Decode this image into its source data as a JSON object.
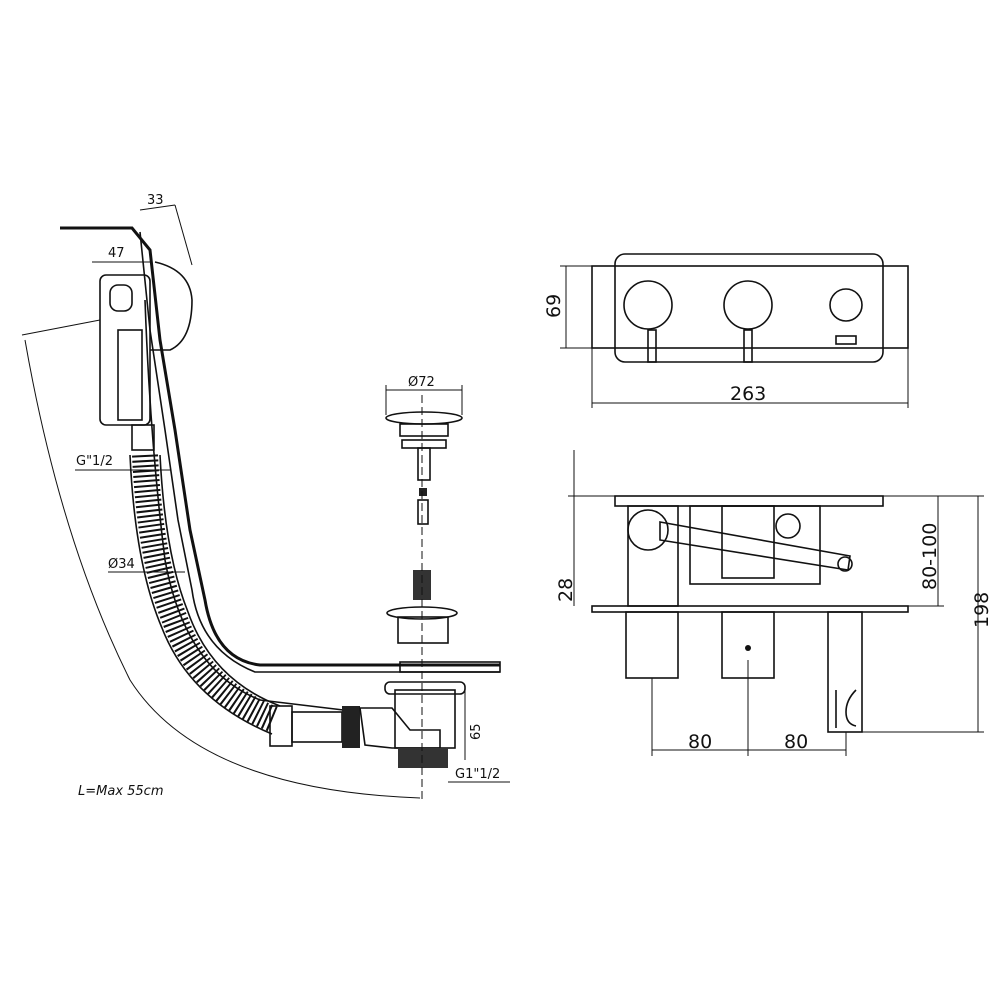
{
  "labels": {
    "dim_33": "33",
    "dim_47": "47",
    "dim_g12": "G\"1/2",
    "dim_d34": "Ø34",
    "dim_len": "L=Max 55cm",
    "dim_d72": "Ø72",
    "dim_65": "65",
    "dim_g112": "G1\"1/2",
    "dim_69": "69",
    "dim_263": "263",
    "dim_28": "28",
    "dim_80100": "80-100",
    "dim_198": "198",
    "dim_80a": "80",
    "dim_80b": "80"
  },
  "colors": {
    "ink": "#111111",
    "paper": "#ffffff",
    "hose": "#555555"
  }
}
